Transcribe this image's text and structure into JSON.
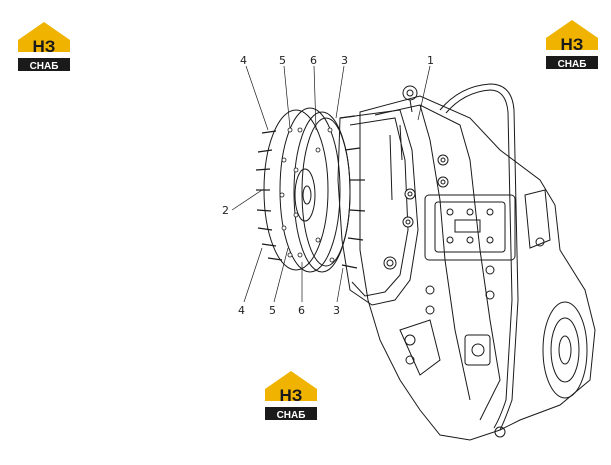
{
  "logo": {
    "top_text": "НЗ",
    "bottom_text": "СНАБ",
    "color_accent": "#f0b400",
    "color_dark": "#1a1a1a"
  },
  "callouts": {
    "top": [
      "4",
      "5",
      "6",
      "3",
      "1"
    ],
    "left": [
      "2"
    ],
    "bottom": [
      "4",
      "5",
      "6",
      "3"
    ]
  },
  "colors": {
    "line": "#1a1a1a",
    "background": "#ffffff"
  }
}
